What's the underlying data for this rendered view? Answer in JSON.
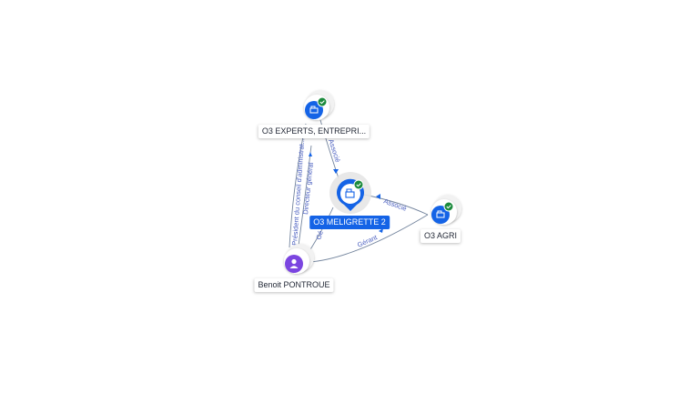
{
  "nodes": {
    "o3_experts": {
      "label": "O3 EXPERTS, ENTREPRI...",
      "icon": "company-icon",
      "verified": true
    },
    "o3_meligrette": {
      "label": "O3 MELIGRETTE 2",
      "icon": "company-icon",
      "verified": true,
      "focus": true
    },
    "o3_agri": {
      "label": "O3 AGRI",
      "icon": "company-icon",
      "verified": true
    },
    "benoit": {
      "label": "Benoit PONTROUE",
      "icon": "person-icon"
    }
  },
  "edges": {
    "experts_meligrette": {
      "label": "Associé"
    },
    "agri_meligrette": {
      "label": "Associé"
    },
    "benoit_meligrette_gerant": {
      "label": "Gérant"
    },
    "benoit_experts_president": {
      "label": "Président du conseil d'administrat..."
    },
    "benoit_experts_directeur": {
      "label": "Directeur général"
    },
    "benoit_meligrette_ge": {
      "label": "Gé"
    }
  },
  "colors": {
    "company_node": "#1463e6",
    "person_node": "#7b45e0",
    "verified_badge": "#1b8a3c",
    "edge": "#5a6e8c",
    "edge_label": "#4a5fc0"
  }
}
